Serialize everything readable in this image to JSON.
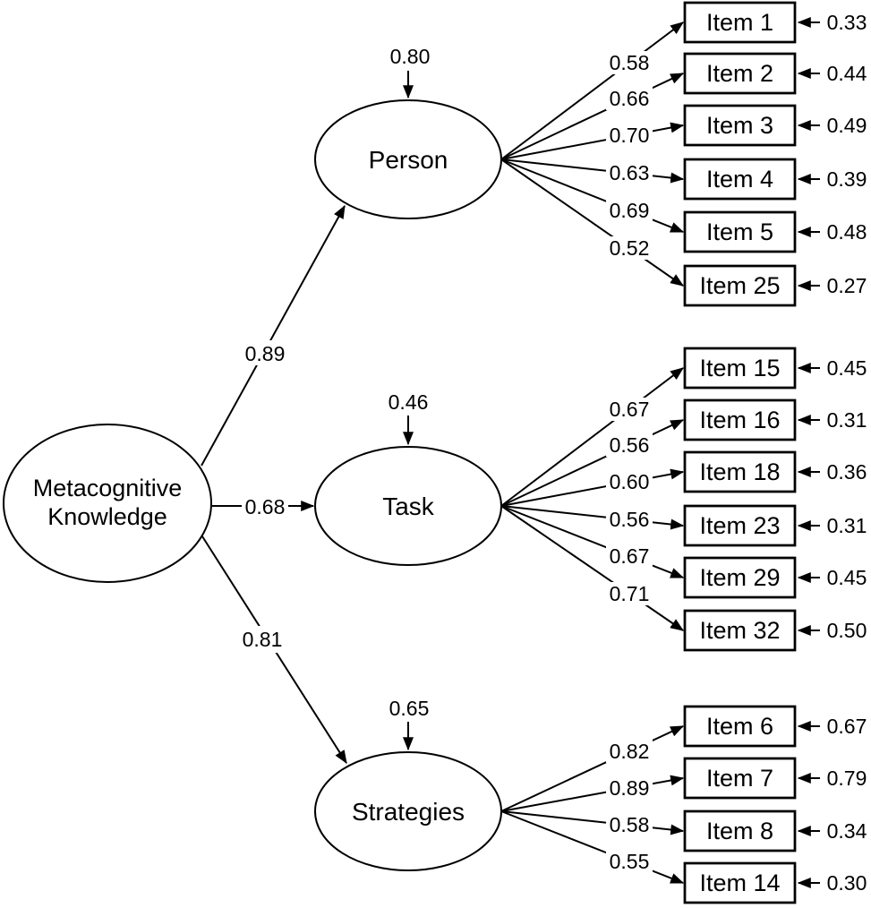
{
  "figure": {
    "colors": {
      "line": "#000000",
      "background": "#ffffff",
      "shape_fill": "#ffffff"
    },
    "root": {
      "label": "Metacognitive Knowledge",
      "label_line1": "Metacognitive",
      "label_line2": "Knowledge"
    },
    "factors": [
      {
        "name": "Person",
        "residual": "0.80",
        "path_coefficient": "0.89",
        "items": [
          {
            "label": "Item 1",
            "loading": "0.58",
            "error": "0.33"
          },
          {
            "label": "Item 2",
            "loading": "0.66",
            "error": "0.44"
          },
          {
            "label": "Item 3",
            "loading": "0.70",
            "error": "0.49"
          },
          {
            "label": "Item 4",
            "loading": "0.63",
            "error": "0.39"
          },
          {
            "label": "Item 5",
            "loading": "0.69",
            "error": "0.48"
          },
          {
            "label": "Item 25",
            "loading": "0.52",
            "error": "0.27"
          }
        ]
      },
      {
        "name": "Task",
        "residual": "0.46",
        "path_coefficient": "0.68",
        "items": [
          {
            "label": "Item 15",
            "loading": "0.67",
            "error": "0.45"
          },
          {
            "label": "Item 16",
            "loading": "0.56",
            "error": "0.31"
          },
          {
            "label": "Item 18",
            "loading": "0.60",
            "error": "0.36"
          },
          {
            "label": "Item 23",
            "loading": "0.56",
            "error": "0.31"
          },
          {
            "label": "Item 29",
            "loading": "0.67",
            "error": "0.45"
          },
          {
            "label": "Item 32",
            "loading": "0.71",
            "error": "0.50"
          }
        ]
      },
      {
        "name": "Strategies",
        "residual": "0.65",
        "path_coefficient": "0.81",
        "items": [
          {
            "label": "Item 6",
            "loading": "0.82",
            "error": "0.67"
          },
          {
            "label": "Item 7",
            "loading": "0.89",
            "error": "0.79"
          },
          {
            "label": "Item 8",
            "loading": "0.58",
            "error": "0.34"
          },
          {
            "label": "Item 14",
            "loading": "0.55",
            "error": "0.30"
          }
        ]
      }
    ]
  }
}
